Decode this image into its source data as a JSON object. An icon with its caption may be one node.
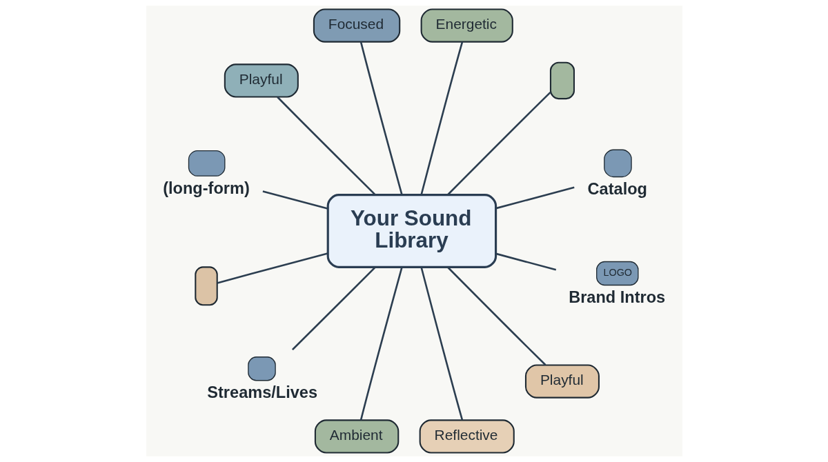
{
  "diagram": {
    "nodes": [
      {
        "text": [
          "(long-form)"
        ]
      },
      {
        "text": [
          "Focused"
        ]
      },
      {
        "text": [],
        "shape": "box"
      },
      {
        "text": [
          "Playful"
        ]
      },
      {
        "text": [
          "Energetic"
        ]
      },
      {
        "text": [],
        "shape": "box"
      },
      {
        "text": [
          "Your Sound Library"
        ]
      },
      {
        "text": [
          "Catalog"
        ]
      },
      {
        "text": [
          "Ambient"
        ]
      },
      {
        "text": [
          "Playful"
        ]
      },
      {
        "text": [
          "Streams/Lives"
        ]
      },
      {
        "text": [
          "Reflective"
        ]
      },
      {
        "text": [
          "LOGO",
          "Brand Intros"
        ]
      }
    ],
    "edges": [
      {
        "from": 6,
        "to": 1,
        "arrow": "none"
      },
      {
        "from": 6,
        "to": 3,
        "arrow": "none"
      },
      {
        "from": 6,
        "to": 4,
        "arrow": "none"
      },
      {
        "from": 6,
        "to": 0,
        "arrow": "none"
      },
      {
        "from": 6,
        "to": 2,
        "arrow": "none"
      },
      {
        "from": 6,
        "to": 5,
        "arrow": "none"
      },
      {
        "from": 6,
        "to": 7,
        "arrow": "none"
      },
      {
        "from": 6,
        "to": 8,
        "arrow": "none"
      },
      {
        "from": 6,
        "to": 9,
        "arrow": "none"
      },
      {
        "from": 6,
        "to": 10,
        "arrow": "none"
      },
      {
        "from": 6,
        "to": 11,
        "arrow": "none"
      },
      {
        "from": 6,
        "to": 12,
        "arrow": "none"
      }
    ]
  }
}
